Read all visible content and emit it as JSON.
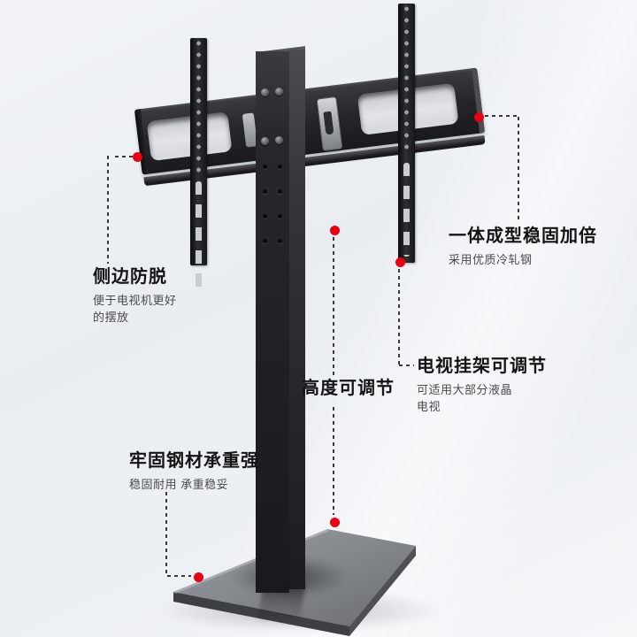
{
  "colors": {
    "accent_red": "#e60012",
    "title_text": "#141414",
    "subtitle_text": "#4a4a4a",
    "steel_dark": "#1c1c1f",
    "base_gray": "#85878b"
  },
  "callouts": [
    {
      "id": "side-antislip",
      "title": "侧边防脱",
      "subtitle": "便于电视机更好\n的摆放"
    },
    {
      "id": "one-piece-steel",
      "title": "一体成型稳固加倍",
      "subtitle": "采用优质冷轧钢"
    },
    {
      "id": "height-adjust",
      "title": "高度可调节",
      "subtitle": ""
    },
    {
      "id": "bracket-adjust",
      "title": "电视挂架可调节",
      "subtitle": "可适用大部分液晶\n电视"
    },
    {
      "id": "steel-strength",
      "title": "牢固钢材承重强",
      "subtitle": "稳固耐用 承重稳妥"
    }
  ]
}
